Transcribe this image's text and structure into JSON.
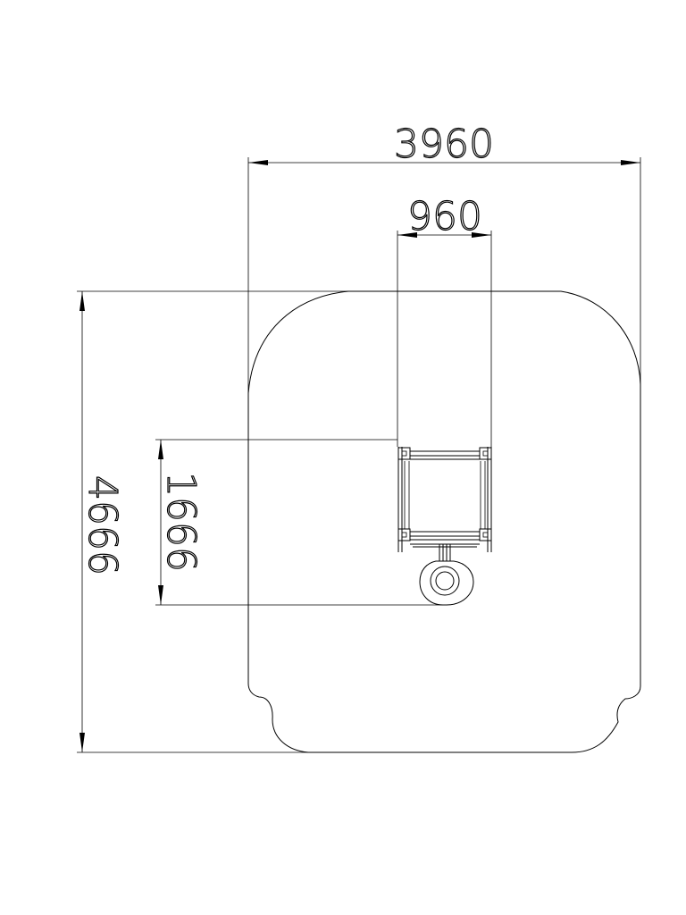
{
  "drawing": {
    "dimensions": {
      "overall_width": "3960",
      "module_width": "960",
      "overall_depth": "4666",
      "module_depth": "1666"
    }
  }
}
